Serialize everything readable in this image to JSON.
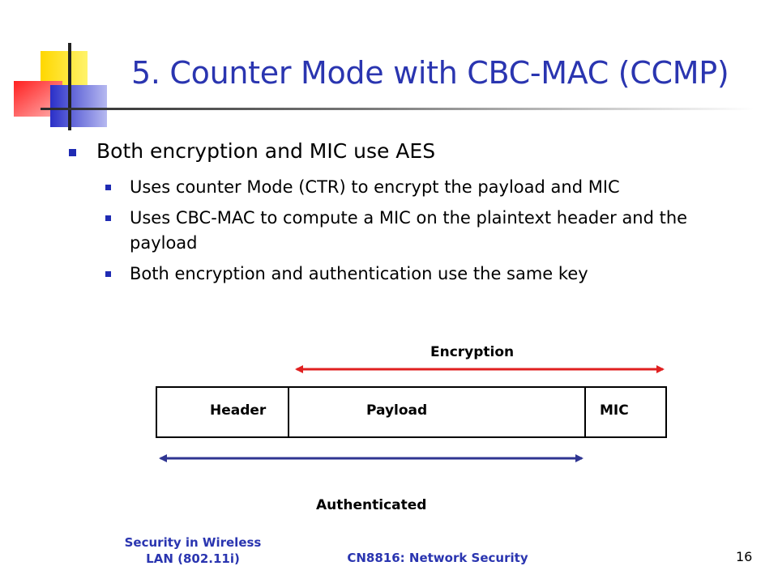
{
  "slide": {
    "title": "5. Counter Mode with CBC-MAC (CCMP)",
    "bullets": [
      {
        "text": "Both encryption and MIC use AES",
        "sub": [
          "Uses counter Mode (CTR) to encrypt the payload and MIC",
          "Uses CBC-MAC to compute a MIC on the plaintext header and the payload",
          "Both encryption and authentication use the same key"
        ]
      }
    ],
    "colors": {
      "title": "#2a35b0",
      "bullet": "#1f2bb3",
      "encryption_arrow": "#e02020",
      "auth_arrow": "#2f3592"
    }
  },
  "diagram": {
    "encryption_label": "Encryption",
    "authenticated_label": "Authenticated",
    "fields": [
      "Header",
      "Payload",
      "MIC"
    ]
  },
  "footer": {
    "left": "Security in Wireless LAN (802.11i)",
    "center": "CN8816: Network Security",
    "page_number": "16"
  }
}
